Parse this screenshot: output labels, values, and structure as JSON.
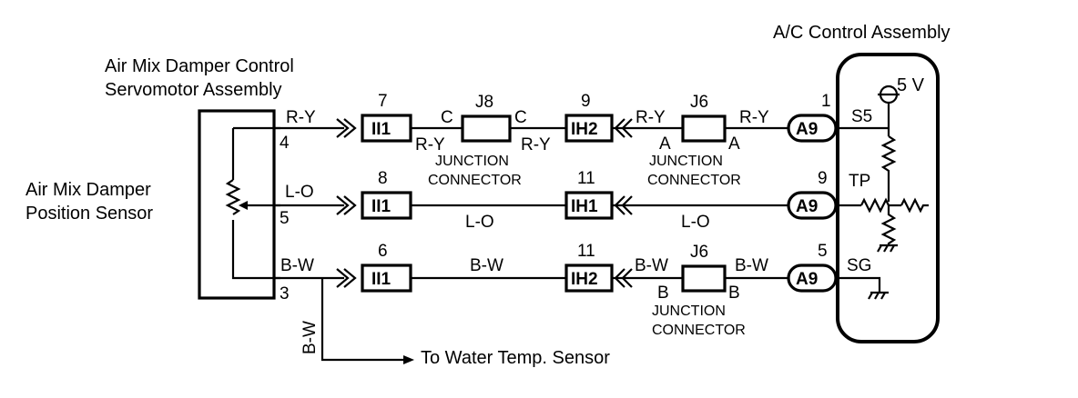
{
  "components": {
    "servomotor_title_line1": "Air Mix Damper Control",
    "servomotor_title_line2": "Servomotor Assembly",
    "position_sensor_line1": "Air Mix Damper",
    "position_sensor_line2": "Position Sensor",
    "ac_control_title": "A/C Control Assembly",
    "to_sensor": "To Water Temp. Sensor",
    "supply_voltage": "5 V"
  },
  "servomotor_pins": {
    "top": "4",
    "middle": "5",
    "bottom": "3"
  },
  "wire_colors": {
    "ry": "R-Y",
    "lo": "L-O",
    "bw": "B-W"
  },
  "connectors": {
    "ii1": "II1",
    "ih2": "IH2",
    "ih1": "IH1",
    "a9": "A9"
  },
  "connector_pins": {
    "row1_ii1": "7",
    "row1_ih2": "9",
    "row1_a9": "1",
    "row2_ii1": "8",
    "row2_ih1": "11",
    "row2_a9": "9",
    "row3_ii1": "6",
    "row3_ih2": "11",
    "row3_a9": "5"
  },
  "junctions": {
    "j8": "J8",
    "j6": "J6",
    "c": "C",
    "a": "A",
    "b": "B",
    "junction_word": "JUNCTION",
    "connector_word": "CONNECTOR"
  },
  "terminals": {
    "s5": "S5",
    "tp": "TP",
    "sg": "SG"
  }
}
